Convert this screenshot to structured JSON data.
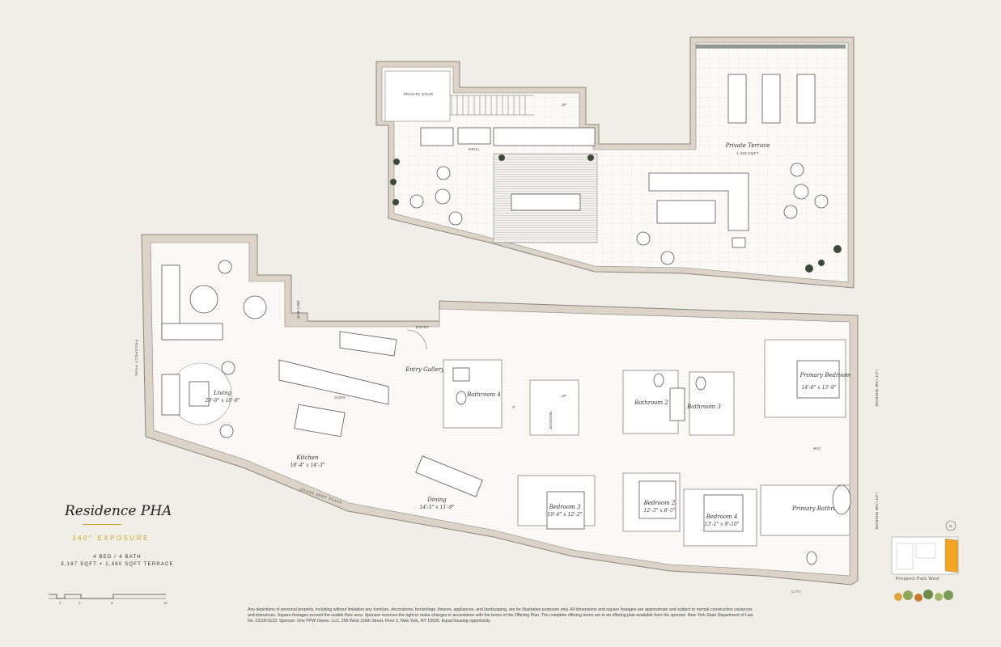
{
  "residence": {
    "title": "Residence PHA",
    "exposure": "360° EXPOSURE",
    "bed_bath": "4 BED / 4 BATH",
    "area": "3,187 SQFT + 1,460 SQFT TERRACE"
  },
  "rooms": {
    "terrace": {
      "name": "Private Terrace",
      "size": "1,460 SQFT"
    },
    "private_stair": "PRIVATE STAIR",
    "up": "UP",
    "grill": "GRILL",
    "living": {
      "name": "Living",
      "size": "29'-0\" x 18'-9\""
    },
    "wet_bar": "WET BAR",
    "kitchen": {
      "name": "Kitchen",
      "size": "18'-4\" x 14'-3\""
    },
    "oven": "OVEN",
    "dining": {
      "name": "Dining",
      "size": "14'-5\" x 11'-9\""
    },
    "entry_gallery": "Entry Gallery",
    "entry": "ENTRY",
    "bathroom4": "Bathroom 4",
    "bathroom2": "Bathroom 2",
    "bathroom3": "Bathroom 3",
    "primary_bedroom": {
      "name": "Primary Bedroom",
      "size": "14'-0\" x 13'-9\""
    },
    "wic": "WIC",
    "primary_bathroom": "Primary Bathroom",
    "bedroom3": {
      "name": "Bedroom 3",
      "size": "10'-6\" x 12'-2\""
    },
    "bedroom2": {
      "name": "Bedroom 2",
      "size": "12'-3\" x 8'-5\""
    },
    "bedroom4": {
      "name": "Bedroom 4",
      "size": "13'-1\" x 9'-10\""
    },
    "window": "WINDOW",
    "lot_line_window": "LOT LINE WINDOW",
    "p": "P"
  },
  "streets": {
    "prospect_park": "PROSPECT PARK",
    "grand_army_plaza": "GRAND ARMY PLAZA",
    "city": "CITY"
  },
  "scale": [
    "2'",
    "4'",
    "8'",
    "16'"
  ],
  "keyplan": {
    "label": "Prospect Park West",
    "north": "N"
  },
  "disclaimer": "Any depictions of personal property, including without limitation any furniture, decorations, furnishings, fixtures, appliances, and landscaping, are for illustrative purposes only. All dimensions and square footages are approximate and subject to normal construction variances and tolerances. Square footages exceed the usable floor area. Sponsor reserves the right to make changes in accordance with the terms of the Offering Plan. The complete offering terms are in an offering plan available from the sponsor. New York State Department of Law No. CD18-0123. Sponsor: One PPW Owner, LLC, 256 West 116th Street, Floor 2, New York, NY 10026. Equal housing opportunity.",
  "colors": {
    "accent": "#c9a52f",
    "wall": "#ddd4c9",
    "background": "#f1eee7",
    "keyplan_unit": "#f0a527"
  }
}
